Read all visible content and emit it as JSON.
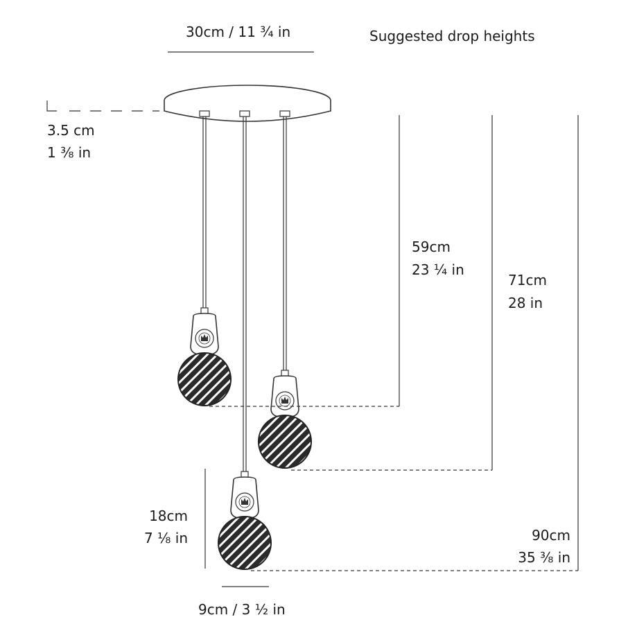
{
  "labels": {
    "canopy_width": "30cm / 11 ¾ in",
    "heading": "Suggested drop heights",
    "canopy_depth_cm": "3.5 cm",
    "canopy_depth_in": "1 ⅜ in",
    "drop_short_cm": "59cm",
    "drop_short_in": "23 ¼ in",
    "drop_mid_cm": "71cm",
    "drop_mid_in": "28 in",
    "drop_long_cm": "90cm",
    "drop_long_in": "35 ⅜ in",
    "pendant_height_cm": "18cm",
    "pendant_height_in": "7 ⅛ in",
    "pendant_width": "9cm / 3 ½ in"
  },
  "colors": {
    "line": "#333333",
    "dash": "#444444",
    "bulb": "#2a2a2a"
  }
}
